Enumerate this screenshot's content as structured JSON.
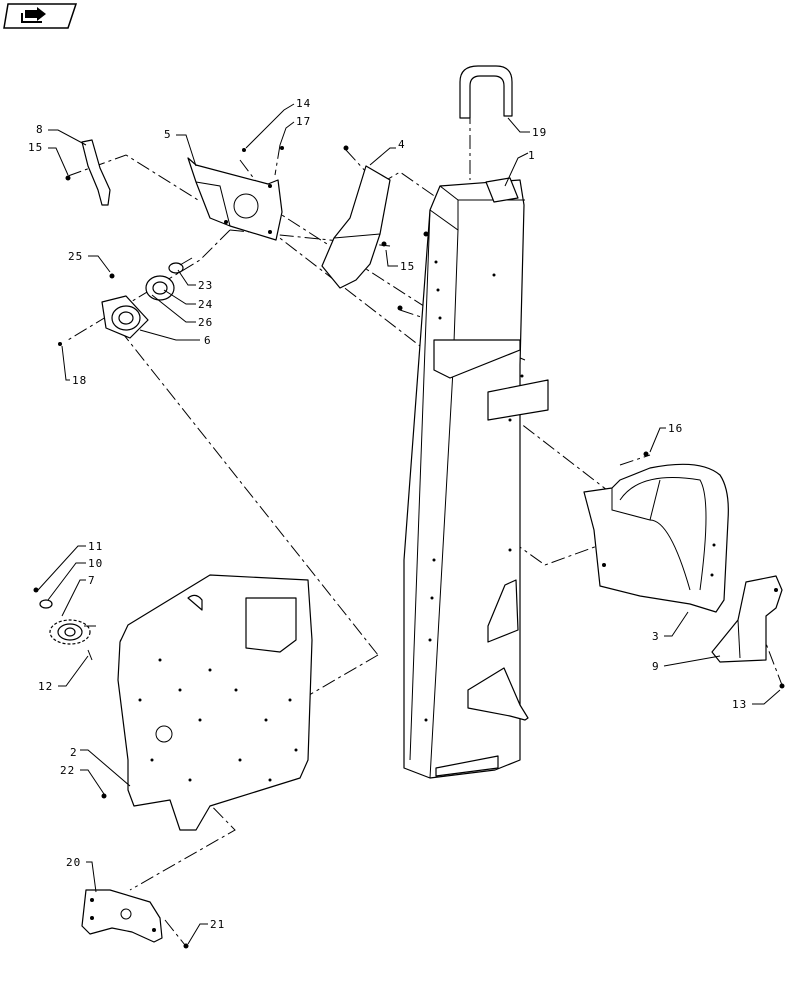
{
  "nav_icon": "page-forward-icon",
  "callouts": [
    {
      "id": "1",
      "text": "1"
    },
    {
      "id": "2",
      "text": "2"
    },
    {
      "id": "3",
      "text": "3"
    },
    {
      "id": "4",
      "text": "4"
    },
    {
      "id": "5",
      "text": "5"
    },
    {
      "id": "6",
      "text": "6"
    },
    {
      "id": "7",
      "text": "7"
    },
    {
      "id": "8",
      "text": "8"
    },
    {
      "id": "9",
      "text": "9"
    },
    {
      "id": "10",
      "text": "10"
    },
    {
      "id": "11",
      "text": "11"
    },
    {
      "id": "12",
      "text": "12"
    },
    {
      "id": "13",
      "text": "13"
    },
    {
      "id": "14",
      "text": "14"
    },
    {
      "id": "15a",
      "text": "15"
    },
    {
      "id": "15b",
      "text": "15"
    },
    {
      "id": "16",
      "text": "16"
    },
    {
      "id": "17",
      "text": "17"
    },
    {
      "id": "18",
      "text": "18"
    },
    {
      "id": "19",
      "text": "19"
    },
    {
      "id": "20",
      "text": "20"
    },
    {
      "id": "21",
      "text": "21"
    },
    {
      "id": "22",
      "text": "22"
    },
    {
      "id": "23",
      "text": "23"
    },
    {
      "id": "24",
      "text": "24"
    },
    {
      "id": "25",
      "text": "25"
    },
    {
      "id": "26",
      "text": "26"
    }
  ]
}
